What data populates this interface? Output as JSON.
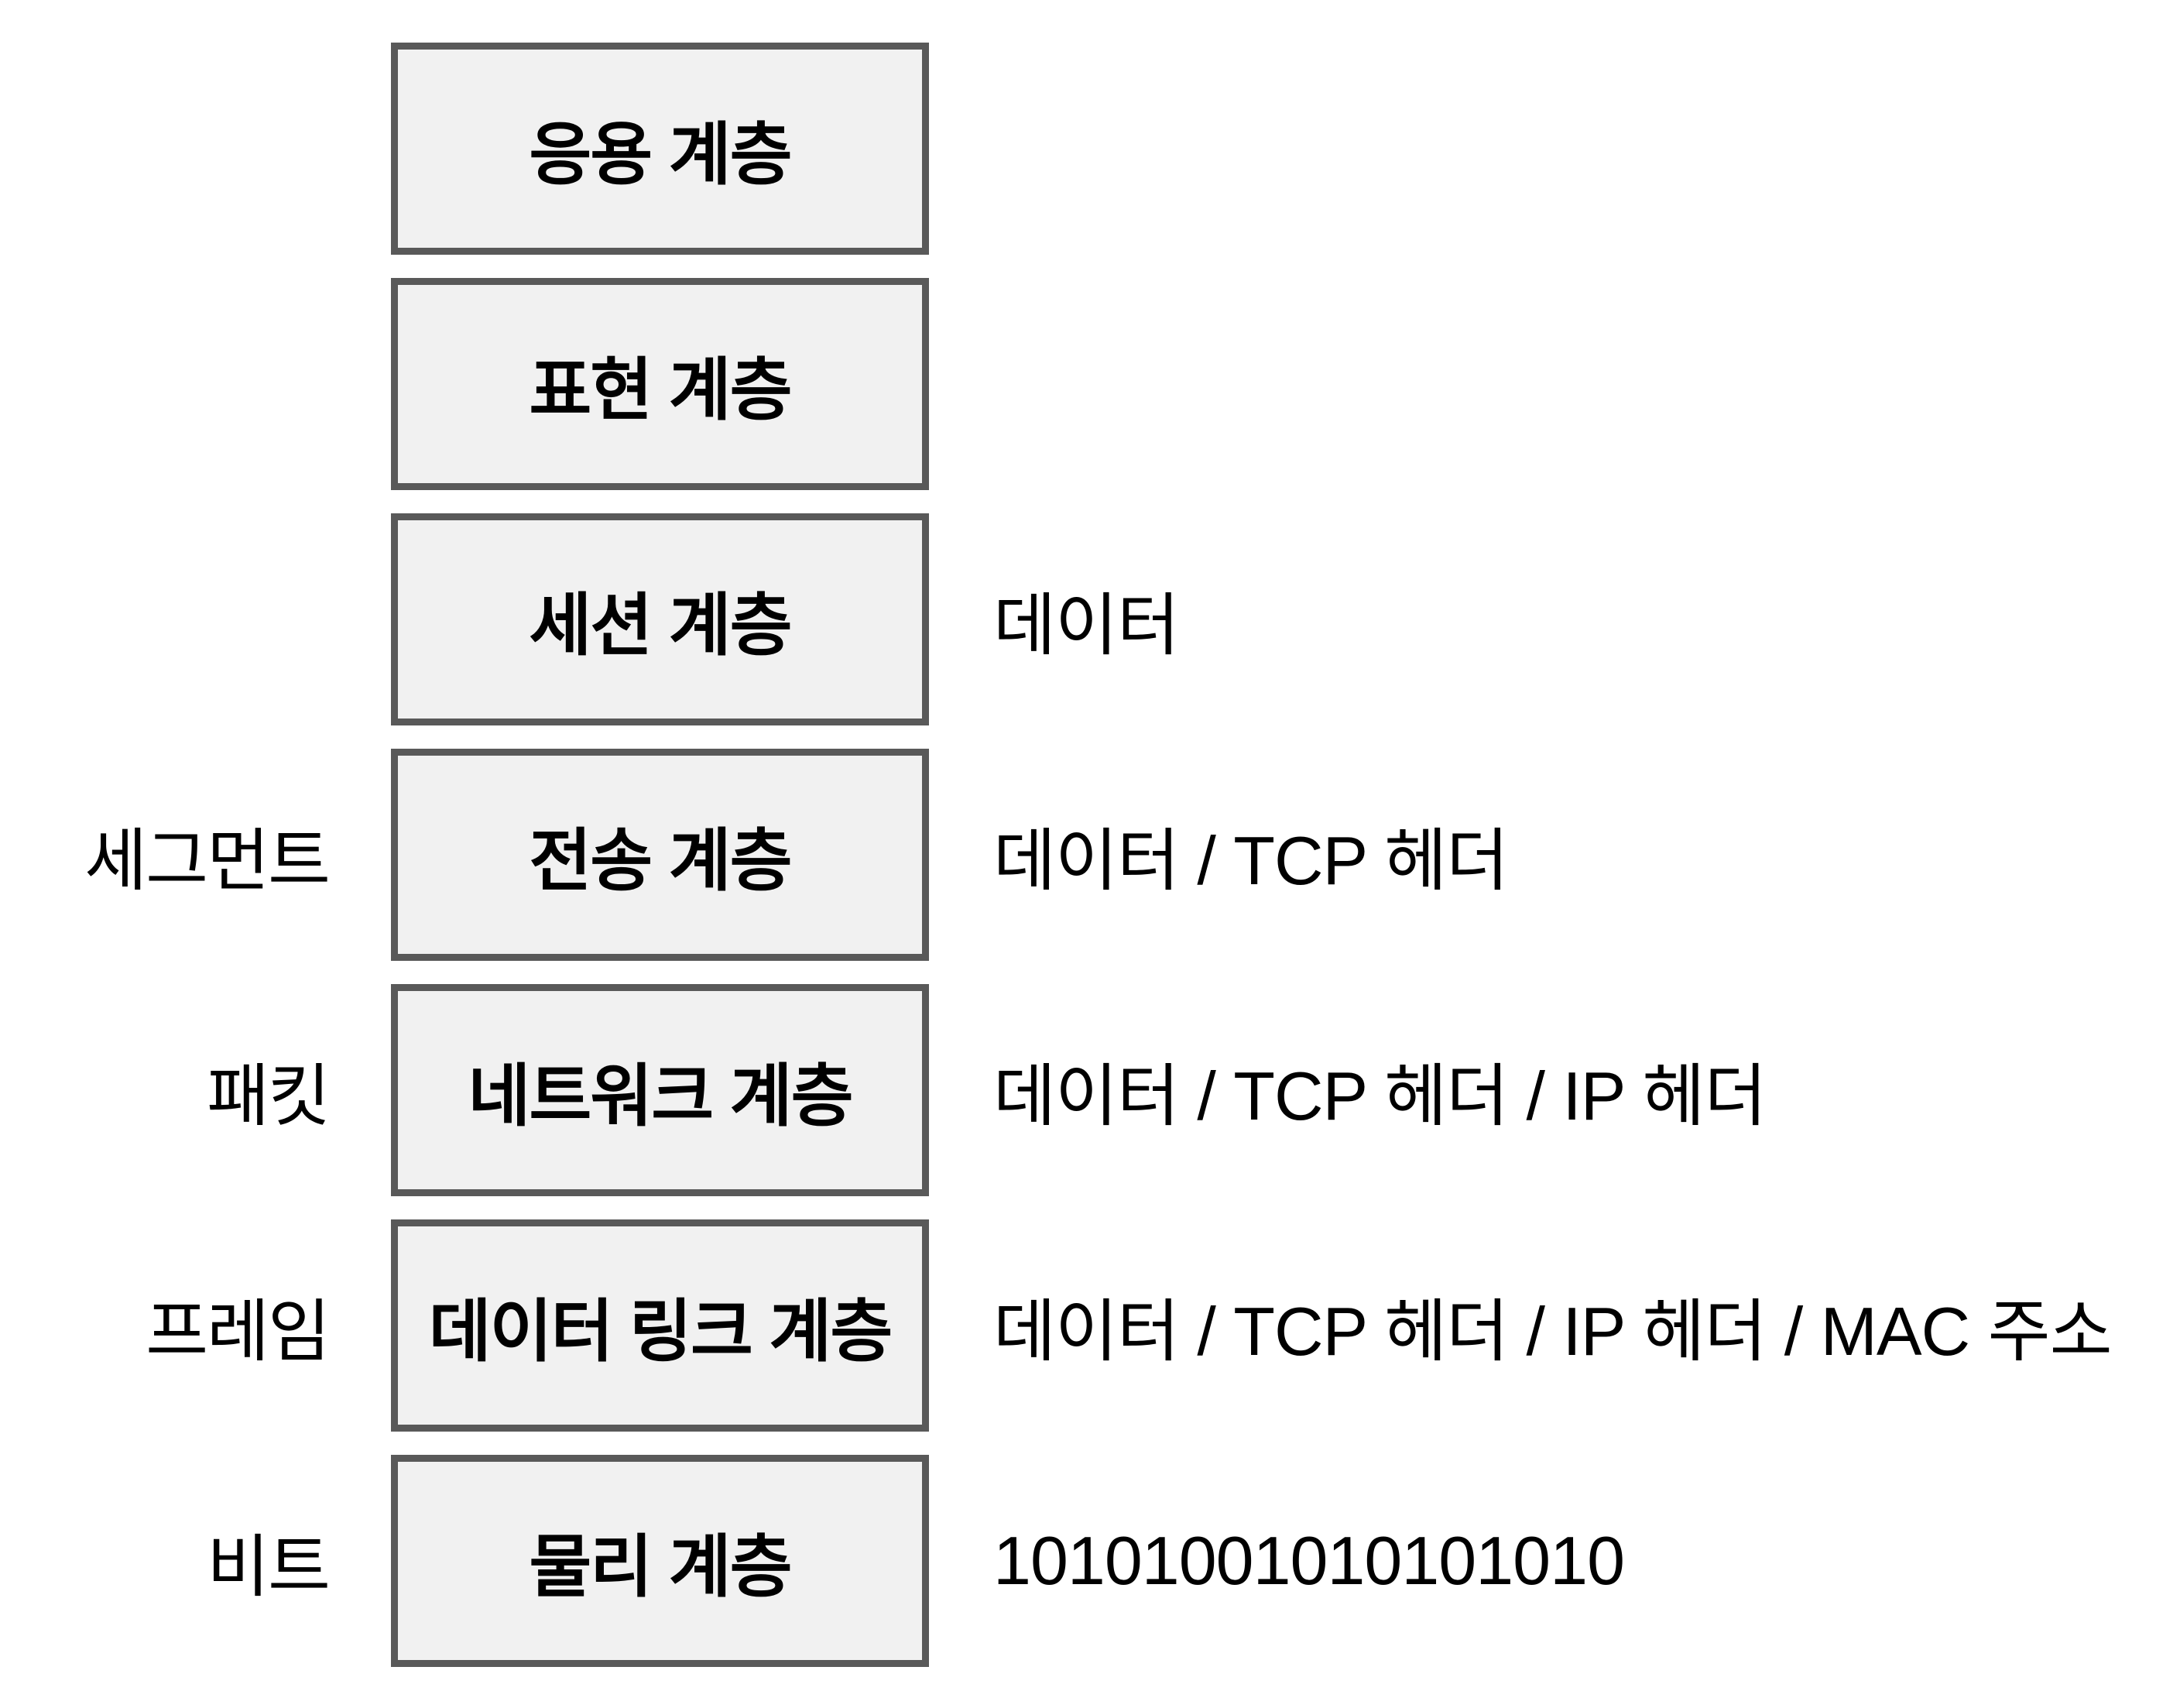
{
  "colors": {
    "background": "#ffffff",
    "box_fill": "#f1f1f1",
    "box_border": "#595959",
    "text": "#000000"
  },
  "layers": [
    {
      "box_label": "응용 계층",
      "pdu_label": "",
      "encapsulation_label": ""
    },
    {
      "box_label": "표현 계층",
      "pdu_label": "",
      "encapsulation_label": ""
    },
    {
      "box_label": "세션 계층",
      "pdu_label": "",
      "encapsulation_label": "데이터"
    },
    {
      "box_label": "전송 계층",
      "pdu_label": "세그먼트",
      "encapsulation_label": "데이터 / TCP 헤더"
    },
    {
      "box_label": "네트워크 계층",
      "pdu_label": "패킷",
      "encapsulation_label": "데이터 / TCP 헤더 / IP 헤더"
    },
    {
      "box_label": "데이터 링크 계층",
      "pdu_label": "프레임",
      "encapsulation_label": "데이터 / TCP 헤더 / IP 헤더 / MAC 주소"
    },
    {
      "box_label": "물리 계층",
      "pdu_label": "비트",
      "encapsulation_label": "10101001010101010"
    }
  ]
}
